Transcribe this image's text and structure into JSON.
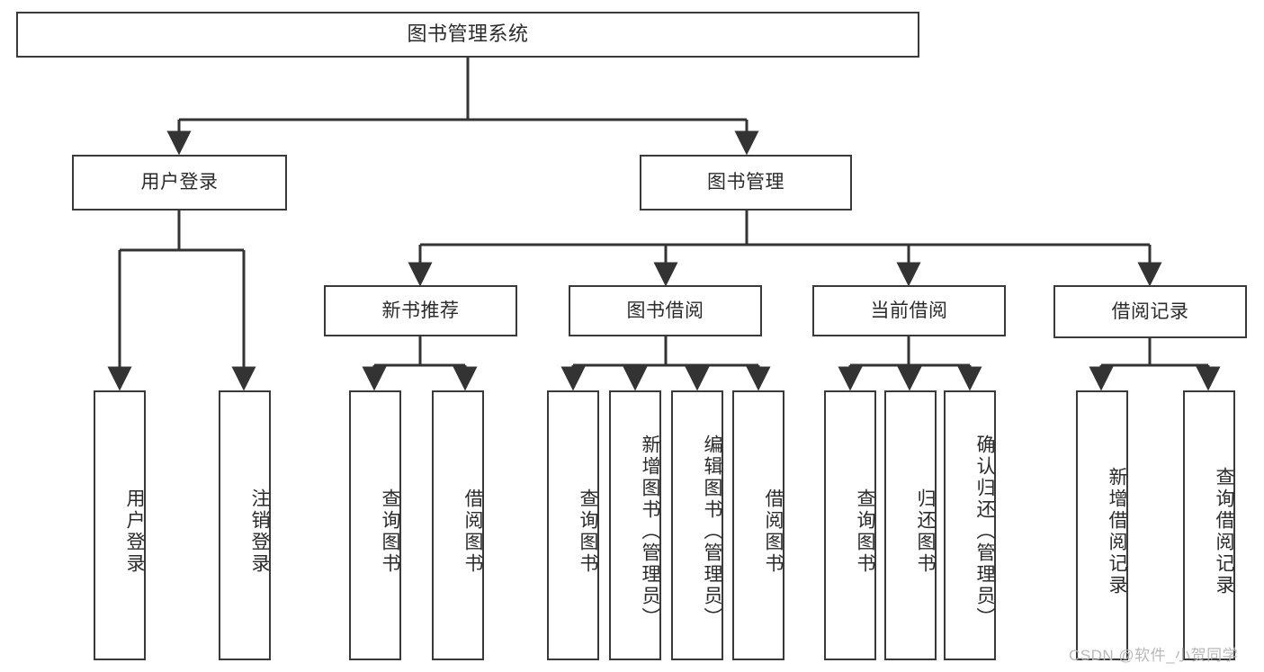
{
  "diagram": {
    "title": "图书管理系统",
    "type": "tree-hierarchy",
    "nodes": {
      "root": "图书管理系统",
      "level1": [
        "用户登录",
        "图书管理"
      ],
      "user_login_children": [
        "用户登录",
        "注销登录"
      ],
      "book_mgmt_children": [
        "新书推荐",
        "图书借阅",
        "当前借阅",
        "借阅记录"
      ],
      "new_book_children": [
        "查询图书",
        "借阅图书"
      ],
      "borrow_children": [
        "查询图书",
        "新增图书（管理员）",
        "编辑图书（管理员）",
        "借阅图书"
      ],
      "current_borrow_children": [
        "查询图书",
        "归还图书",
        "确认归还（管理员）"
      ],
      "records_children": [
        "新增借阅记录",
        "查询借阅记录"
      ]
    },
    "boxes": {
      "root": "图书管理系统",
      "user_login": "用户登录",
      "book_mgmt": "图书管理",
      "new_book": "新书推荐",
      "book_borrow": "图书借阅",
      "current_borrow": "当前借阅",
      "borrow_record": "借阅记录",
      "leaf_user_login": "用户登录",
      "leaf_logout": "注销登录",
      "leaf_query_book_1": "查询图书",
      "leaf_borrow_book_1": "借阅图书",
      "leaf_query_book_2": "查询图书",
      "leaf_add_book": "新增图书（管理员）",
      "leaf_edit_book": "编辑图书（管理员）",
      "leaf_borrow_book_2": "借阅图书",
      "leaf_query_book_3": "查询图书",
      "leaf_return_book": "归还图书",
      "leaf_confirm_return": "确认归还（管理员）",
      "leaf_add_record": "新增借阅记录",
      "leaf_query_record": "查询借阅记录"
    },
    "watermark": "CSDN @软件_小贺同学",
    "colors": {
      "border": "#3a3a3a",
      "text": "#2b2b2b",
      "background": "#ffffff",
      "edge": "#333333",
      "watermark": "#b9b9b9"
    }
  }
}
